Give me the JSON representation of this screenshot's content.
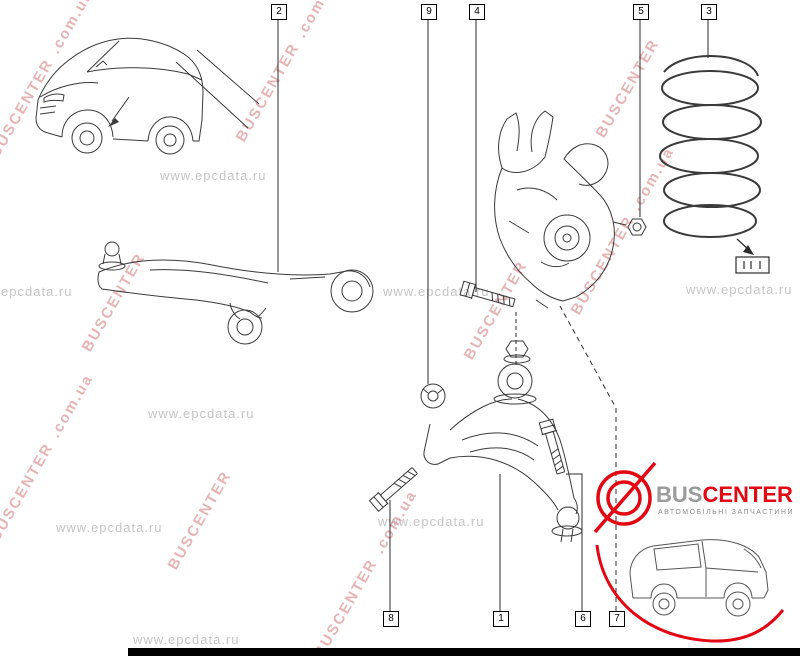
{
  "watermarks": {
    "site_text": "www.epcdata.ru",
    "brand_text": "BUSCENTER",
    "domain_text": ".com.ua",
    "site_color": "#969696",
    "brand_color": "#cd6969"
  },
  "callouts": {
    "top": [
      {
        "label": "2"
      },
      {
        "label": "9"
      },
      {
        "label": "4"
      },
      {
        "label": "5"
      },
      {
        "label": "3"
      }
    ],
    "bottom": [
      {
        "label": "8"
      },
      {
        "label": "1"
      },
      {
        "label": "6"
      },
      {
        "label": "7"
      }
    ]
  },
  "logo": {
    "brand_part1": "BUS",
    "brand_part2": "CENTER",
    "subtitle": "АВТОМОБІЛЬНІ ЗАПЧАСТИНИ",
    "accent_color": "#e30613",
    "gray_color": "#9b9b9b"
  },
  "diagram": {
    "line_color": "#3a3a3a"
  }
}
